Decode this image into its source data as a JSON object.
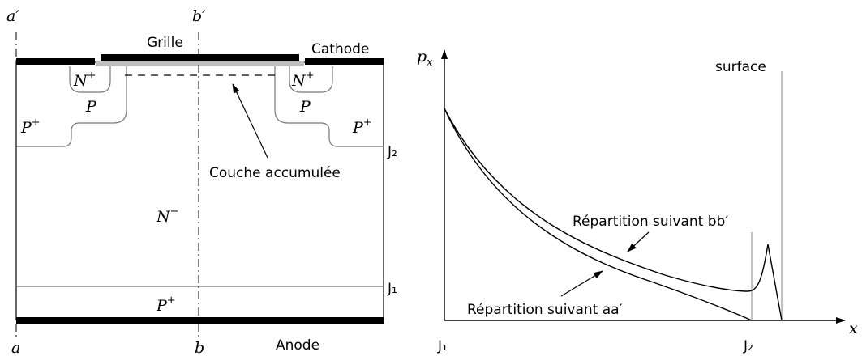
{
  "device": {
    "label_a_prime": "a′",
    "label_b_prime": "b′",
    "label_a": "a",
    "label_b": "b",
    "grille": "Grille",
    "cathode": "Cathode",
    "anode": "Anode",
    "n_plus": "N",
    "n_plus_sup": "+",
    "p": "P",
    "p_plus": "P",
    "p_plus_sup": "+",
    "n_minus": "N",
    "n_minus_sup": "−",
    "j2": "J₂",
    "j1": "J₁",
    "accumulation_layer": "Couche accumulée"
  },
  "plot": {
    "y_axis_label": "p",
    "y_axis_sub": "x",
    "x_axis_label": "x",
    "surface": "surface",
    "curve_bb": "Répartition suivant bb′",
    "curve_aa": "Répartition suivant aa′",
    "tick_j1": "J₁",
    "tick_j2": "J₂"
  }
}
